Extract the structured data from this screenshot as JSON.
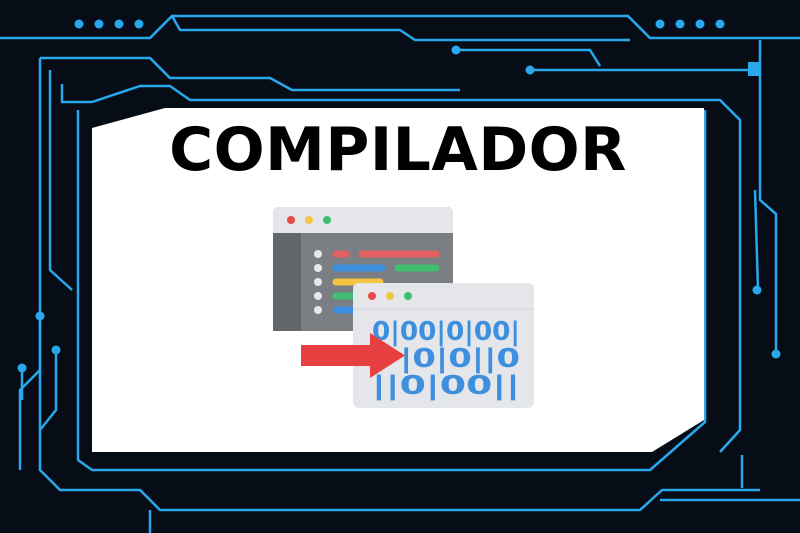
{
  "title": "COMPILADOR",
  "colors": {
    "background": "#060d16",
    "circuit": "#2aa8ee",
    "panel": "#ffffff",
    "arrow": "#e84040",
    "binary": "#3f8fdf"
  },
  "source_window": {
    "icon": "source-code-window-icon",
    "dots": [
      "#e94b4b",
      "#f4c542",
      "#3fbf6f"
    ]
  },
  "binary_window": {
    "icon": "binary-output-window-icon",
    "dots": [
      "#e94b4b",
      "#f4c542",
      "#3fbf6f"
    ],
    "rows": [
      "0|00|0|00|",
      "|0|0||0",
      "||0|00||"
    ]
  },
  "arrow_icon": "right-arrow-icon"
}
